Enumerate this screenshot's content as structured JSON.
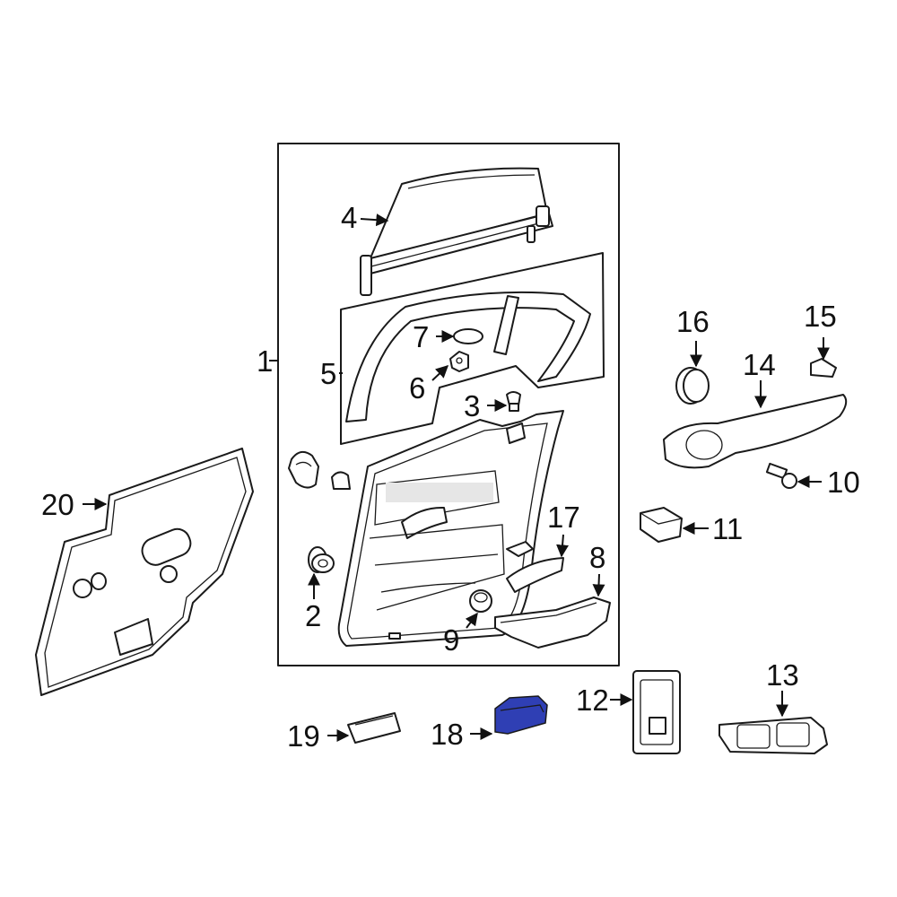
{
  "diagram": {
    "highlight_color": "#2f3fb4",
    "highlighted_part": "18",
    "callouts": {
      "c1": "1",
      "c2": "2",
      "c3": "3",
      "c4": "4",
      "c5": "5",
      "c6": "6",
      "c7": "7",
      "c8": "8",
      "c9": "9",
      "c10": "10",
      "c11": "11",
      "c12": "12",
      "c13": "13",
      "c14": "14",
      "c15": "15",
      "c16": "16",
      "c17": "17",
      "c18": "18",
      "c19": "19",
      "c20": "20"
    }
  }
}
